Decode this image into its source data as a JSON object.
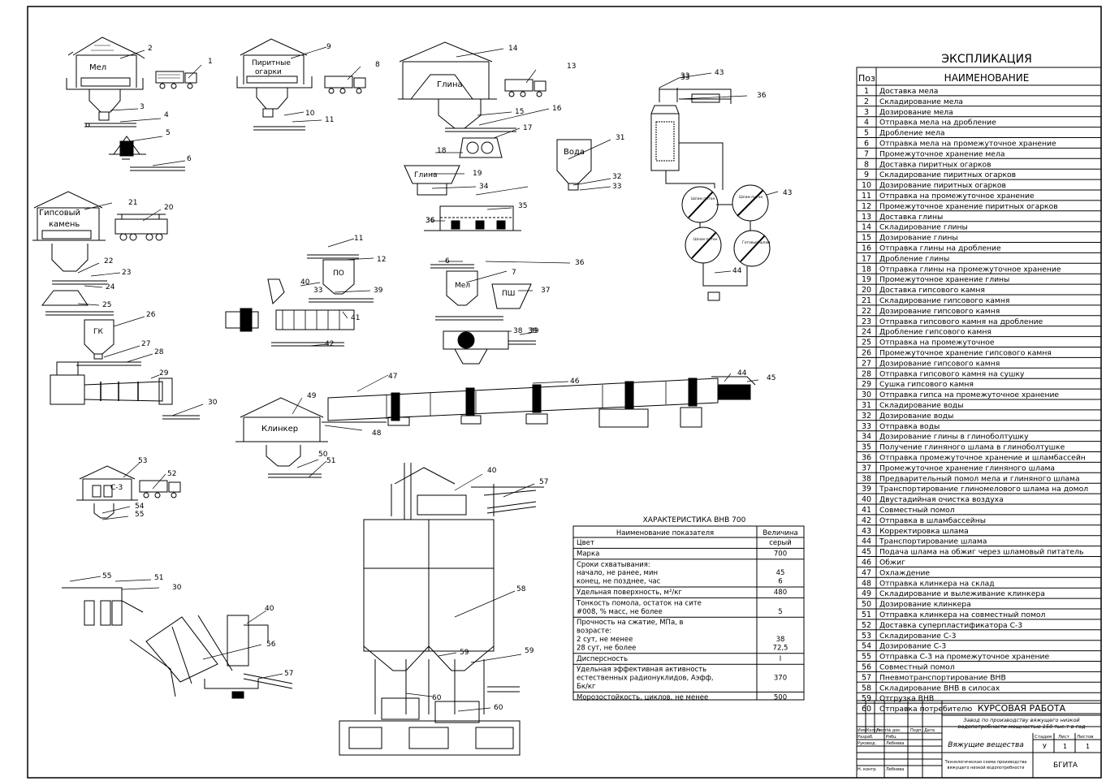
{
  "explication": {
    "title": "ЭКСПЛИКАЦИЯ",
    "col_pos": "Поз",
    "col_name": "НАИМЕНОВАНИЕ",
    "rows": [
      {
        "n": "1",
        "name": "Доставка мела"
      },
      {
        "n": "2",
        "name": "Складирование мела"
      },
      {
        "n": "3",
        "name": "Дозирование мела"
      },
      {
        "n": "4",
        "name": "Отправка мела на дробление"
      },
      {
        "n": "5",
        "name": "Дробление мела"
      },
      {
        "n": "6",
        "name": "Отправка мела на промежуточное хранение"
      },
      {
        "n": "7",
        "name": "Промежуточное хранение мела"
      },
      {
        "n": "8",
        "name": "Доставка пиритных огарков"
      },
      {
        "n": "9",
        "name": "Складирование пиритных огарков"
      },
      {
        "n": "10",
        "name": "Дозирование пиритных огарков"
      },
      {
        "n": "11",
        "name": "Отправка на промежуточное хранение"
      },
      {
        "n": "12",
        "name": "Промежуточное хранение пиритных огарков"
      },
      {
        "n": "13",
        "name": "Доставка глины"
      },
      {
        "n": "14",
        "name": "Складирование глины"
      },
      {
        "n": "15",
        "name": "Дозирование глины"
      },
      {
        "n": "16",
        "name": "Отправка глины на дробление"
      },
      {
        "n": "17",
        "name": "Дробление глины"
      },
      {
        "n": "18",
        "name": "Отправка глины на промежуточное хранение"
      },
      {
        "n": "19",
        "name": "Промежуточное хранение глины"
      },
      {
        "n": "20",
        "name": "Доставка гипсового камня"
      },
      {
        "n": "21",
        "name": "Складирование гипсового камня"
      },
      {
        "n": "22",
        "name": "Дозирование гипсового камня"
      },
      {
        "n": "23",
        "name": "Отправка гипсового камня на дробление"
      },
      {
        "n": "24",
        "name": "Дробление гипсового камня"
      },
      {
        "n": "25",
        "name": "Отправка на промежуточное"
      },
      {
        "n": "26",
        "name": "Промежуточное хранение гипсового камня"
      },
      {
        "n": "27",
        "name": "Дозирование гипсового камня"
      },
      {
        "n": "28",
        "name": "Отправка гипсового камня на сушку"
      },
      {
        "n": "29",
        "name": "Сушка гипсового камня"
      },
      {
        "n": "30",
        "name": "Отправка гипса на промежуточное хранение"
      },
      {
        "n": "31",
        "name": "Складирование воды"
      },
      {
        "n": "32",
        "name": "Дозирование воды"
      },
      {
        "n": "33",
        "name": "Отправка воды"
      },
      {
        "n": "34",
        "name": "Дозирование глины в глиноболтушку"
      },
      {
        "n": "35",
        "name": "Получение глиняного шлама в глиноболтушке"
      },
      {
        "n": "36",
        "name": "Отправка промежуточное хранение и шламбассейн"
      },
      {
        "n": "37",
        "name": "Промежуточное хранение глиняного шлама"
      },
      {
        "n": "38",
        "name": "Предварительный помол мела и глиняного шлама"
      },
      {
        "n": "39",
        "name": "Транспортирование глиномелового шлама на домол"
      },
      {
        "n": "40",
        "name": "Двустадийная очистка воздуха"
      },
      {
        "n": "41",
        "name": "Совместный помол"
      },
      {
        "n": "42",
        "name": "Отправка в шламбассейны"
      },
      {
        "n": "43",
        "name": "Корректировка шлама"
      },
      {
        "n": "44",
        "name": "Транспортирование шлама"
      },
      {
        "n": "45",
        "name": "Подача шлама на обжиг через шламовый питатель"
      },
      {
        "n": "46",
        "name": "Обжиг"
      },
      {
        "n": "47",
        "name": "Охлаждение"
      },
      {
        "n": "48",
        "name": "Отправка клинкера на склад"
      },
      {
        "n": "49",
        "name": "Складирование и вылеживание клинкера"
      },
      {
        "n": "50",
        "name": "Дозирование клинкера"
      },
      {
        "n": "51",
        "name": "Отправка клинкера на совместный помол"
      },
      {
        "n": "52",
        "name": "Доставка суперпластификатора С-3"
      },
      {
        "n": "53",
        "name": "Складирование С-3"
      },
      {
        "n": "54",
        "name": "Дозирование С-3"
      },
      {
        "n": "55",
        "name": "Отправка С-3 на промежуточное хранение"
      },
      {
        "n": "56",
        "name": "Совместный помол"
      },
      {
        "n": "57",
        "name": "Пневмотранспортирование ВНВ"
      },
      {
        "n": "58",
        "name": "Складирование ВНВ в силосах"
      },
      {
        "n": "59",
        "name": "Отгрузка ВНВ"
      },
      {
        "n": "60",
        "name": "Отправка потребителю"
      }
    ]
  },
  "characteristics": {
    "title": "ХАРАКТЕРИСТИКА ВНВ 700",
    "col_param": "Наименование показателя",
    "col_value": "Величина",
    "rows": [
      {
        "lines": [
          "Цвет"
        ],
        "values": [
          "серый"
        ]
      },
      {
        "lines": [
          "Марка"
        ],
        "values": [
          "700"
        ]
      },
      {
        "lines": [
          "Сроки схватывания:",
          "начало, не ранее, мин",
          "конец, не позднее, час"
        ],
        "values": [
          "",
          "45",
          "6"
        ]
      },
      {
        "lines": [
          "Удельная поверхность, м²/кг"
        ],
        "values": [
          "480"
        ]
      },
      {
        "lines": [
          "Тонкость помола, остаток на сите",
          "#008, % масс, не более"
        ],
        "values": [
          "",
          "5"
        ]
      },
      {
        "lines": [
          "Прочность на сжатие, МПа, в",
          "возрасте:",
          "2 сут, не менее",
          "28 сут, не более"
        ],
        "values": [
          "",
          "",
          "38",
          "72,5"
        ]
      },
      {
        "lines": [
          "Дисперсность"
        ],
        "values": [
          "I"
        ]
      },
      {
        "lines": [
          "Удельная эффективная активность",
          "естественных радионуклидов, Аэфф,",
          "Бк/кг"
        ],
        "values": [
          "",
          "370",
          ""
        ]
      },
      {
        "lines": [
          "Морозостойкость, циклов, не менее"
        ],
        "values": [
          "500"
        ]
      }
    ]
  },
  "stamp": {
    "title": "КУРСОВАЯ РАБОТА",
    "subtitle1": "Завод по производству вяжущего низкой",
    "subtitle2": "водопотребности  мощностью 150 тыс.т в год",
    "section": "Вяжущие вещества",
    "h_izm": "Изм",
    "h_koluch": "Кол.уч",
    "h_list": "Лист",
    "h_ndok": "№ док.",
    "h_podp": "Подп.",
    "h_data": "Дата",
    "razrab_label": "Разраб.",
    "razrab_name": "Рябц",
    "rukovod_label": "Руковод.",
    "rukovod_name": "Лебнева",
    "nkontr_label": "Н. контр.",
    "nkontr_name": "Лебнева",
    "h_stadiya": "Стадия",
    "h_sheet": "Лист",
    "h_sheets": "Листов",
    "stadiya": "У",
    "sheet": "1",
    "sheets": "1",
    "doc_desc1": "Технологическая схема производства",
    "doc_desc2": "вяжущего низкой водопотребности",
    "org": "БГИТА"
  },
  "diagram_labels": {
    "mel": "Мел",
    "piritnye1": "Пиритные",
    "piritnye2": "огарки",
    "glina": "Глина",
    "voda": "Вода",
    "gips1": "Гипсовый",
    "gips2": "камень",
    "po": "ПО",
    "gk": "ГК",
    "psh": "ПШ",
    "klinker": "Клинкер",
    "s3": "С-3",
    "tank1": "Шлам питон",
    "tank2": "Шлам питон",
    "tank3": "Шлам питон",
    "tank4": "Готовый шлам"
  },
  "numbers": [
    "1",
    "2",
    "3",
    "4",
    "5",
    "6",
    "7",
    "8",
    "9",
    "10",
    "11",
    "12",
    "13",
    "14",
    "15",
    "16",
    "17",
    "18",
    "19",
    "20",
    "21",
    "22",
    "23",
    "24",
    "25",
    "26",
    "27",
    "28",
    "29",
    "30",
    "31",
    "32",
    "33",
    "34",
    "35",
    "36",
    "37",
    "38",
    "39",
    "40",
    "41",
    "42",
    "43",
    "44",
    "45",
    "46",
    "47",
    "48",
    "49",
    "50",
    "51",
    "52",
    "53",
    "54",
    "55",
    "56",
    "57",
    "58",
    "59",
    "60"
  ]
}
